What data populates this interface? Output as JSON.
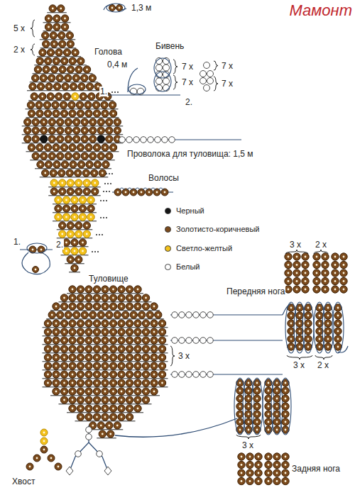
{
  "diagram": {
    "title": "Мамонт",
    "labels": [
      "5 x",
      "2 x",
      "1,3 м",
      "Голова",
      "Бивень",
      "0,4 м",
      "7 x",
      "7 x",
      "7 x",
      "7 x",
      "1.",
      "2.",
      "Проволока для туловища: 1,5 м",
      "Волосы",
      "1.",
      "2.",
      "Туловище",
      "3 x",
      "2 x",
      "Передняя нога",
      "3 x",
      "3 x",
      "2 x",
      "3 x",
      "Задняя нога",
      "Хвост"
    ],
    "legend": [
      {
        "text": "Черный",
        "color": "#151515"
      },
      {
        "text": "Золотисто-коричневый",
        "color": "#7b4a1c"
      },
      {
        "text": "Светло-желтый",
        "color": "#f4c21b"
      },
      {
        "text": "Белый",
        "color": "#ffffff"
      }
    ]
  }
}
